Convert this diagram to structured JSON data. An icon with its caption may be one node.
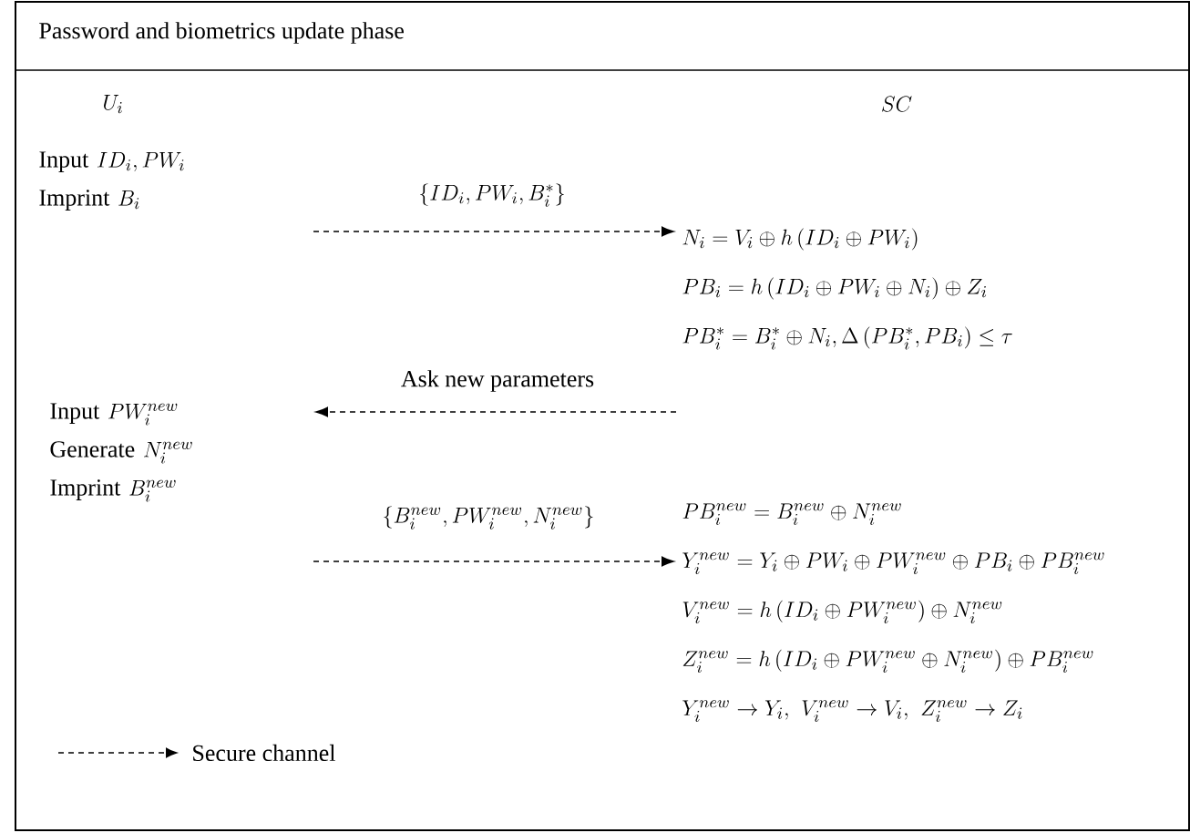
{
  "diagram": {
    "title": "Password and biometrics update phase",
    "nodes": [
      {
        "text": [
          "\\text{Input } ID_i, PW_i",
          "\\text{Imprint } B_i"
        ]
      },
      {
        "text": [
          "N_i = V_i \\oplus h\\left(ID_i \\oplus PW_i\\right)",
          "PB_i = h\\left(ID_i \\oplus PW_i \\oplus N_i\\right) \\oplus Z_i",
          "PB_i^* = B_i^* \\oplus N_i, \\Delta\\left(PB_i^*, PB_i\\right) \\le \\tau"
        ]
      },
      {
        "text": [
          "\\text{Input } PW_i^{new}",
          "\\text{Generate } N_i^{new}",
          "\\text{Imprint } B_i^{new}"
        ]
      },
      {
        "text": [
          "PB_i^{new} = B_i^{new} \\oplus N_i^{new}",
          "Y_i^{new} = Y_i \\oplus PW_i \\oplus PW_i^{new} \\oplus PB_i \\oplus PB_i^{new}",
          "V_i^{new} = h\\left(ID_i \\oplus PW_i^{new}\\right) \\oplus N_i^{new}",
          "Z_i^{new} = h\\left(ID_i \\oplus PW_i^{new} \\oplus N_i^{new}\\right) \\oplus PB_i^{new}",
          "Y_i^{new} \\to Y_i,\\ V_i^{new} \\to V_i,\\ Z_i^{new} \\to Z_i"
        ]
      }
    ],
    "edges": [
      {
        "from": null,
        "to": 1,
        "arrow": "to",
        "style": "dashed",
        "label": "\\left\\{ID_i, PW_i, B_i^*\\right\\}"
      },
      {
        "from": 1,
        "to": null,
        "arrow": "to",
        "style": "dashed",
        "label": "\\text{Ask new parameters}"
      },
      {
        "from": null,
        "to": 3,
        "arrow": "to",
        "style": "dashed",
        "label": "\\left\\{B_i^{new}, PW_i^{new}, N_i^{new}\\right\\}"
      }
    ],
    "labels": [
      "U_i",
      "SC"
    ],
    "legend": [
      {
        "text": "Secure channel"
      }
    ]
  }
}
